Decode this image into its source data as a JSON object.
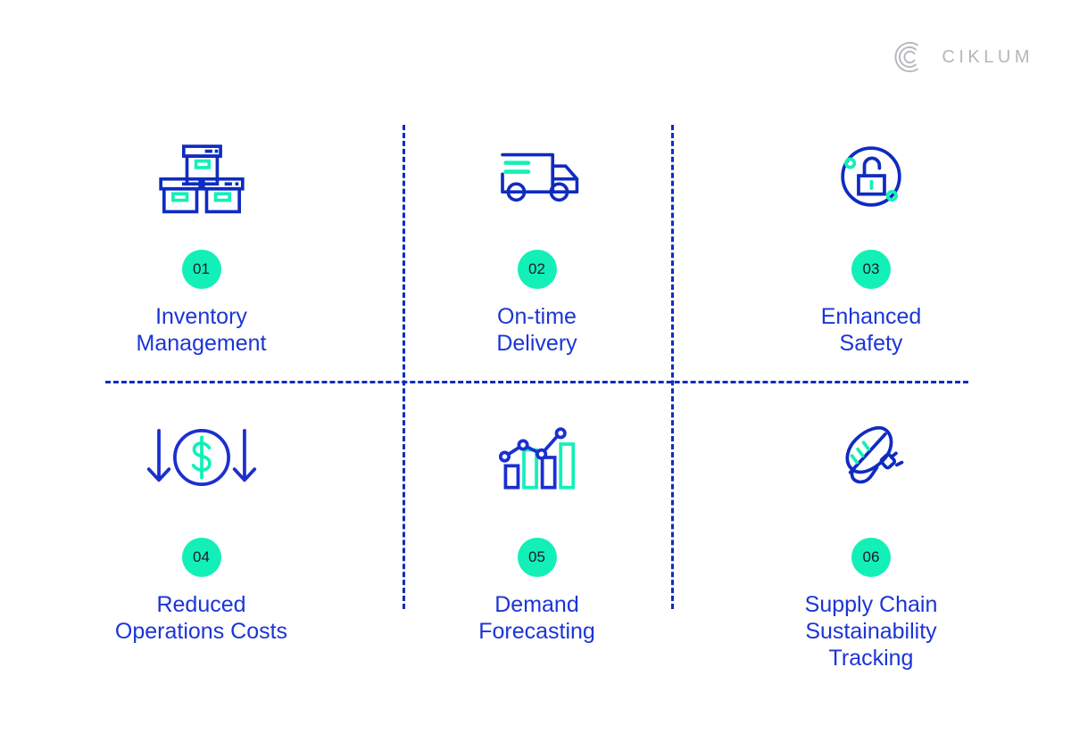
{
  "brand": {
    "name": "CIKLUM",
    "mark_icon": "ciklum-concentric-c-logo"
  },
  "theme": {
    "background": "#ffffff",
    "accent_blue": "#1b35d6",
    "icon_blue": "#0f2cc0",
    "accent_green": "#12f0b8",
    "badge_text": "#1b1b2a",
    "logo_gray": "#b6b6bb"
  },
  "dividers": {
    "horizontal_count": 1,
    "vertical_count": 2,
    "style": "dashed",
    "color": "#0f2cc0"
  },
  "cells": [
    {
      "number": "01",
      "title": "Inventory\nManagement",
      "icon": "stacked-boxes-icon"
    },
    {
      "number": "02",
      "title": "On-time\nDelivery",
      "icon": "delivery-truck-icon"
    },
    {
      "number": "03",
      "title": "Enhanced\nSafety",
      "icon": "open-padlock-circle-icon"
    },
    {
      "number": "04",
      "title": "Reduced\nOperations Costs",
      "icon": "dollar-down-arrows-icon"
    },
    {
      "number": "05",
      "title": "Demand\nForecasting",
      "icon": "bar-chart-trend-icon"
    },
    {
      "number": "06",
      "title": "Supply Chain\nSustainability\nTracking",
      "icon": "leaf-plug-icon"
    }
  ]
}
